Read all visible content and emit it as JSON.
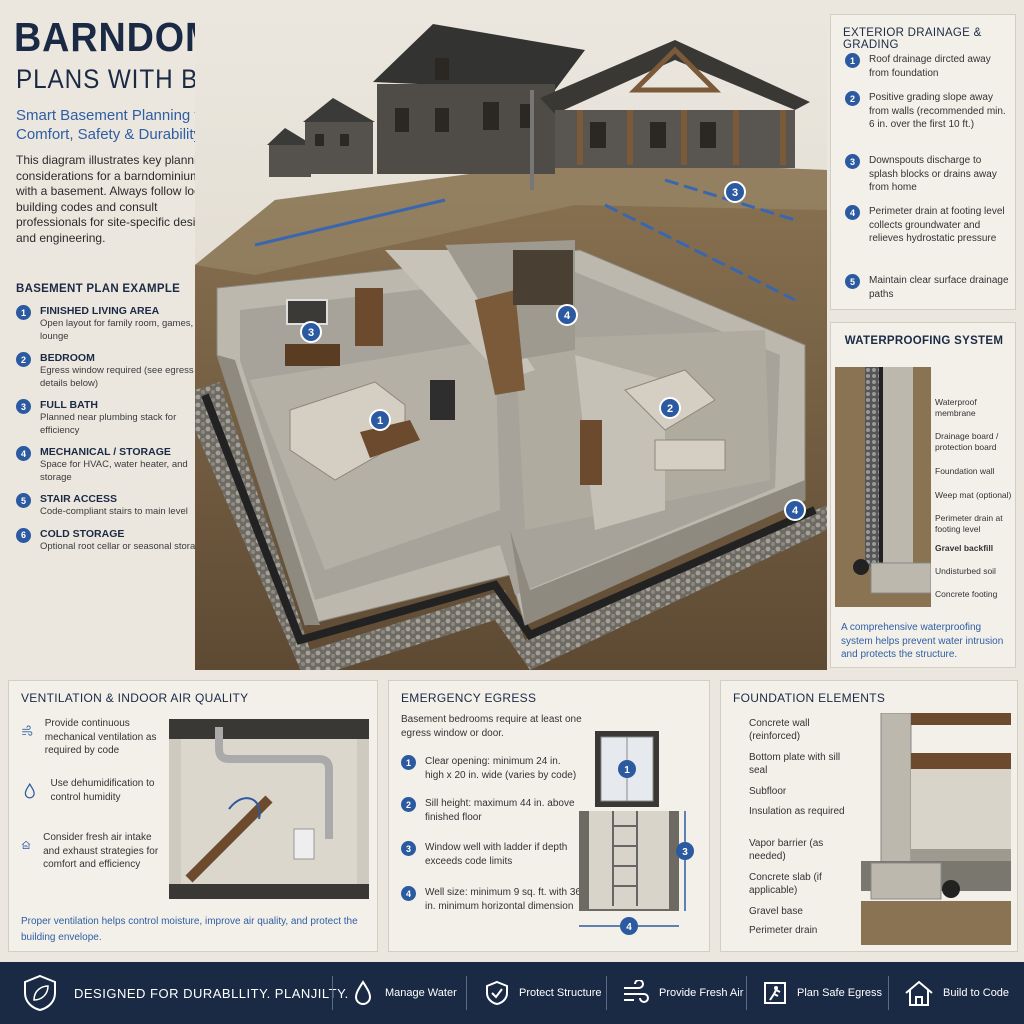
{
  "header": {
    "title": "BARNDOMINIUM",
    "subtitle_main": "PLANS WITH BASEMENT",
    "tagline": "Smart Basement Planning for Comfort, Safety & Durability",
    "intro": "This diagram illustrates key planning considerations for a barndominium with a basement. Always follow local building codes and consult professionals for site-specific design and engineering."
  },
  "basement_plan": {
    "title": "BASEMENT PLAN EXAMPLE",
    "items": [
      {
        "num": "1",
        "title": "FINISHED LIVING AREA",
        "desc": "Open layout for family room, games, or lounge"
      },
      {
        "num": "2",
        "title": "BEDROOM",
        "desc": "Egress window required (see egress details below)"
      },
      {
        "num": "3",
        "title": "FULL BATH",
        "desc": "Planned near plumbing stack for efficiency"
      },
      {
        "num": "4",
        "title": "MECHANICAL / STORAGE",
        "desc": "Space for HVAC, water heater, and storage"
      },
      {
        "num": "5",
        "title": "STAIR ACCESS",
        "desc": "Code-compliant stairs to main level"
      },
      {
        "num": "6",
        "title": "COLD STORAGE",
        "desc": "Optional root cellar or seasonal storage"
      }
    ]
  },
  "illustration": {
    "markers": [
      "3",
      "1",
      "2",
      "4",
      "3",
      "4"
    ]
  },
  "exterior": {
    "title": "EXTERIOR DRAINAGE & GRADING",
    "items": [
      {
        "num": "1",
        "desc": "Roof drainage dircted away from foundation"
      },
      {
        "num": "2",
        "desc": "Positive grading slope away from walls (recommended min. 6 in. over the first 10 ft.)"
      },
      {
        "num": "3",
        "desc": "Downspouts discharge to splash blocks or drains away from home"
      },
      {
        "num": "4",
        "desc": "Perimeter drain at footing level collects groundwater and relieves hydrostatic pressure"
      },
      {
        "num": "5",
        "desc": "Maintain clear surface drainage paths"
      }
    ]
  },
  "waterproofing": {
    "title": "WATERPROOFING SYSTEM",
    "labels": [
      "Waterproof membrane",
      "Drainage board / protection board",
      "Foundation wall",
      "Weep mat (optional)",
      "Perimeter drain at footing level",
      "Gravel backfill",
      "Undisturbed soil",
      "Concrete footing"
    ],
    "footer": "A comprehensive waterproofing system helps prevent water intrusion and protects the structure."
  },
  "ventilation": {
    "title": "VENTILATION & INDOOR AIR QUALITY",
    "items": [
      {
        "icon": "air-flow-icon",
        "desc": "Provide continuous mechanical ventilation as required by code"
      },
      {
        "icon": "water-drop-icon",
        "desc": "Use dehumidification to control humidity"
      },
      {
        "icon": "house-air-icon",
        "desc": "Consider fresh air intake and exhaust strategies for comfort and efficiency"
      }
    ],
    "footer": "Proper ventilation helps control moisture, improve air quality, and protect the building envelope."
  },
  "egress": {
    "title": "EMERGENCY EGRESS",
    "intro": "Basement bedrooms require at least one egress window or door.",
    "items": [
      {
        "num": "1",
        "desc": "Clear opening: minimum 24 in. high x 20 in. wide (varies by code)"
      },
      {
        "num": "2",
        "desc": "Sill height: maximum 44 in. above finished floor"
      },
      {
        "num": "3",
        "desc": "Window well with ladder if depth exceeds code limits"
      },
      {
        "num": "4",
        "desc": "Well size: minimum 9 sq. ft. with 36 in. minimum horizontal dimension"
      }
    ],
    "diagram_markers": [
      "1",
      "3",
      "4"
    ]
  },
  "foundation": {
    "title": "FOUNDATION ELEMENTS",
    "items": [
      "Concrete wall (reinforced)",
      "Bottom plate with sill seal",
      "Subfloor",
      "Insulation as required",
      "Vapor barrier (as needed)",
      "Concrete slab (if applicable)",
      "Gravel base",
      "Perimeter drain"
    ]
  },
  "footer": {
    "motto": "DESIGNED FOR DURABLLITY. PLANJILTY.",
    "items": [
      {
        "icon": "water-drop-icon",
        "label": "Manage Water"
      },
      {
        "icon": "shield-check-icon",
        "label": "Protect Structure"
      },
      {
        "icon": "wind-icon",
        "label": "Provide Fresh Air"
      },
      {
        "icon": "egress-icon",
        "label": "Plan Safe Egress"
      },
      {
        "icon": "house-icon",
        "label": "Build to Code"
      }
    ]
  },
  "colors": {
    "navy": "#1b2a44",
    "accent_blue": "#2c5aa0",
    "paper": "#ebe7df"
  }
}
